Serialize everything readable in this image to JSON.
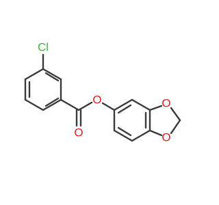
{
  "molecule": {
    "atoms": {
      "cl": {
        "label": "Cl",
        "color": "#3fb542"
      },
      "o_carbonyl": {
        "label": "O",
        "color": "#e0201f"
      },
      "o_ester": {
        "label": "O",
        "color": "#e0201f"
      },
      "o_ring_top": {
        "label": "O",
        "color": "#e0201f"
      },
      "o_ring_bottom": {
        "label": "O",
        "color": "#e0201f"
      }
    },
    "bond_color": "#3a3a3a"
  }
}
